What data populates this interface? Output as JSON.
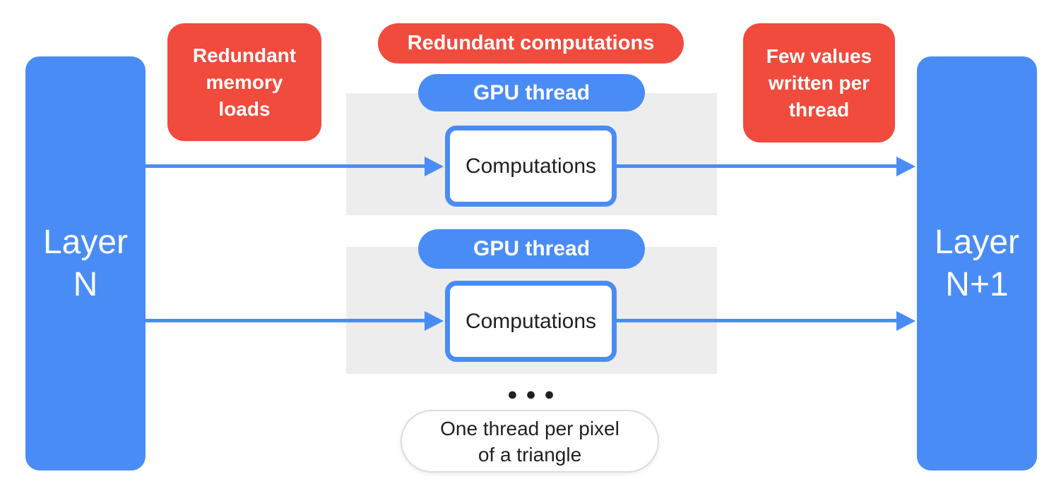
{
  "theme": {
    "colors": {
      "blue": "#4a8cf6",
      "red": "#f04b3d",
      "panel": "#ededed",
      "ink": "#202124",
      "caption_border": "#dadce0",
      "surface": "#ffffff"
    }
  },
  "layers": {
    "left": "Layer\nN",
    "right": "Layer\nN+1"
  },
  "annotations": {
    "memory": "Redundant\nmemory\nloads",
    "compute": "Redundant computations",
    "few_values": "Few values\nwritten per\nthread"
  },
  "threads": {
    "row1": {
      "pill": "GPU thread",
      "box": "Computations"
    },
    "row2": {
      "pill": "GPU thread",
      "box": "Computations"
    }
  },
  "icons": {
    "ellipsis": "●●●"
  },
  "caption": "One thread per pixel\nof a triangle"
}
